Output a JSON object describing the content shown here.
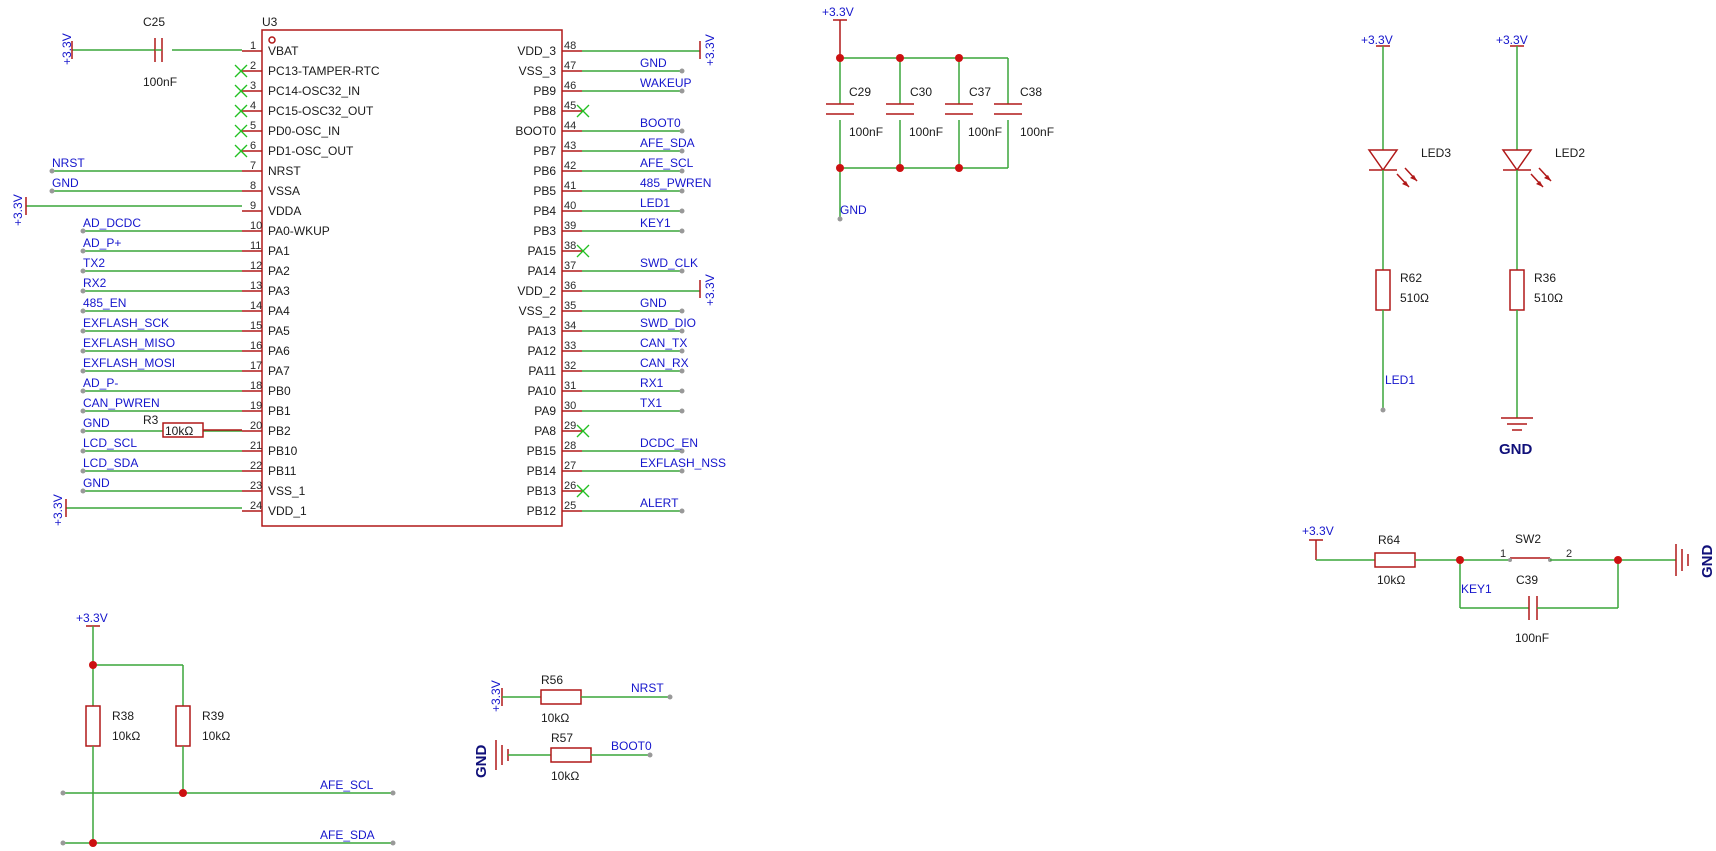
{
  "power": {
    "vcc": "+3.3V",
    "gnd": "GND"
  },
  "u3": {
    "ref": "U3",
    "left_pins": [
      {
        "num": "1",
        "name": "VBAT"
      },
      {
        "num": "2",
        "name": "PC13-TAMPER-RTC"
      },
      {
        "num": "3",
        "name": "PC14-OSC32_IN"
      },
      {
        "num": "4",
        "name": "PC15-OSC32_OUT"
      },
      {
        "num": "5",
        "name": "PD0-OSC_IN"
      },
      {
        "num": "6",
        "name": "PD1-OSC_OUT"
      },
      {
        "num": "7",
        "name": "NRST"
      },
      {
        "num": "8",
        "name": "VSSA"
      },
      {
        "num": "9",
        "name": "VDDA"
      },
      {
        "num": "10",
        "name": "PA0-WKUP"
      },
      {
        "num": "11",
        "name": "PA1"
      },
      {
        "num": "12",
        "name": "PA2"
      },
      {
        "num": "13",
        "name": "PA3"
      },
      {
        "num": "14",
        "name": "PA4"
      },
      {
        "num": "15",
        "name": "PA5"
      },
      {
        "num": "16",
        "name": "PA6"
      },
      {
        "num": "17",
        "name": "PA7"
      },
      {
        "num": "18",
        "name": "PB0"
      },
      {
        "num": "19",
        "name": "PB1"
      },
      {
        "num": "20",
        "name": "PB2"
      },
      {
        "num": "21",
        "name": "PB10"
      },
      {
        "num": "22",
        "name": "PB11"
      },
      {
        "num": "23",
        "name": "VSS_1"
      },
      {
        "num": "24",
        "name": "VDD_1"
      }
    ],
    "right_pins": [
      {
        "num": "48",
        "name": "VDD_3"
      },
      {
        "num": "47",
        "name": "VSS_3"
      },
      {
        "num": "46",
        "name": "PB9"
      },
      {
        "num": "45",
        "name": "PB8"
      },
      {
        "num": "44",
        "name": "BOOT0"
      },
      {
        "num": "43",
        "name": "PB7"
      },
      {
        "num": "42",
        "name": "PB6"
      },
      {
        "num": "41",
        "name": "PB5"
      },
      {
        "num": "40",
        "name": "PB4"
      },
      {
        "num": "39",
        "name": "PB3"
      },
      {
        "num": "38",
        "name": "PA15"
      },
      {
        "num": "37",
        "name": "PA14"
      },
      {
        "num": "36",
        "name": "VDD_2"
      },
      {
        "num": "35",
        "name": "VSS_2"
      },
      {
        "num": "34",
        "name": "PA13"
      },
      {
        "num": "33",
        "name": "PA12"
      },
      {
        "num": "32",
        "name": "PA11"
      },
      {
        "num": "31",
        "name": "PA10"
      },
      {
        "num": "30",
        "name": "PA9"
      },
      {
        "num": "29",
        "name": "PA8"
      },
      {
        "num": "28",
        "name": "PB15"
      },
      {
        "num": "27",
        "name": "PB14"
      },
      {
        "num": "26",
        "name": "PB13"
      },
      {
        "num": "25",
        "name": "PB12"
      }
    ],
    "left_nets": [
      "",
      "",
      "",
      "",
      "",
      "",
      "NRST",
      "GND",
      "",
      "AD_DCDC",
      "AD_P+",
      "TX2",
      "RX2",
      "485_EN",
      "EXFLASH_SCK",
      "EXFLASH_MISO",
      "EXFLASH_MOSI",
      "AD_P-",
      "CAN_PWREN",
      "GND",
      "LCD_SCL",
      "LCD_SDA",
      "GND",
      ""
    ],
    "right_nets": [
      "",
      "GND",
      "WAKEUP",
      "",
      "BOOT0",
      "AFE_SDA",
      "AFE_SCL",
      "485_PWREN",
      "LED1",
      "KEY1",
      "",
      "SWD_CLK",
      "",
      "GND",
      "SWD_DIO",
      "CAN_TX",
      "CAN_RX",
      "RX1",
      "TX1",
      "",
      "DCDC_EN",
      "EXFLASH_NSS",
      "",
      "ALERT"
    ]
  },
  "parts": {
    "c25": {
      "ref": "C25",
      "val": "100nF"
    },
    "r3": {
      "ref": "R3",
      "val": "10kΩ"
    },
    "c29": {
      "ref": "C29",
      "val": "100nF"
    },
    "c30": {
      "ref": "C30",
      "val": "100nF"
    },
    "c37": {
      "ref": "C37",
      "val": "100nF"
    },
    "c38": {
      "ref": "C38",
      "val": "100nF"
    },
    "led3": {
      "ref": "LED3"
    },
    "led2": {
      "ref": "LED2"
    },
    "r62": {
      "ref": "R62",
      "val": "510Ω"
    },
    "r36": {
      "ref": "R36",
      "val": "510Ω"
    },
    "r64": {
      "ref": "R64",
      "val": "10kΩ"
    },
    "sw2": {
      "ref": "SW2",
      "pin1": "1",
      "pin2": "2"
    },
    "c39": {
      "ref": "C39",
      "val": "100nF"
    },
    "r38": {
      "ref": "R38",
      "val": "10kΩ"
    },
    "r39": {
      "ref": "R39",
      "val": "10kΩ"
    },
    "r56": {
      "ref": "R56",
      "val": "10kΩ"
    },
    "r57": {
      "ref": "R57",
      "val": "10kΩ"
    }
  },
  "nets": {
    "led1": "LED1",
    "key1": "KEY1",
    "afe_scl": "AFE_SCL",
    "afe_sda": "AFE_SDA",
    "nrst": "NRST",
    "boot0": "BOOT0"
  }
}
